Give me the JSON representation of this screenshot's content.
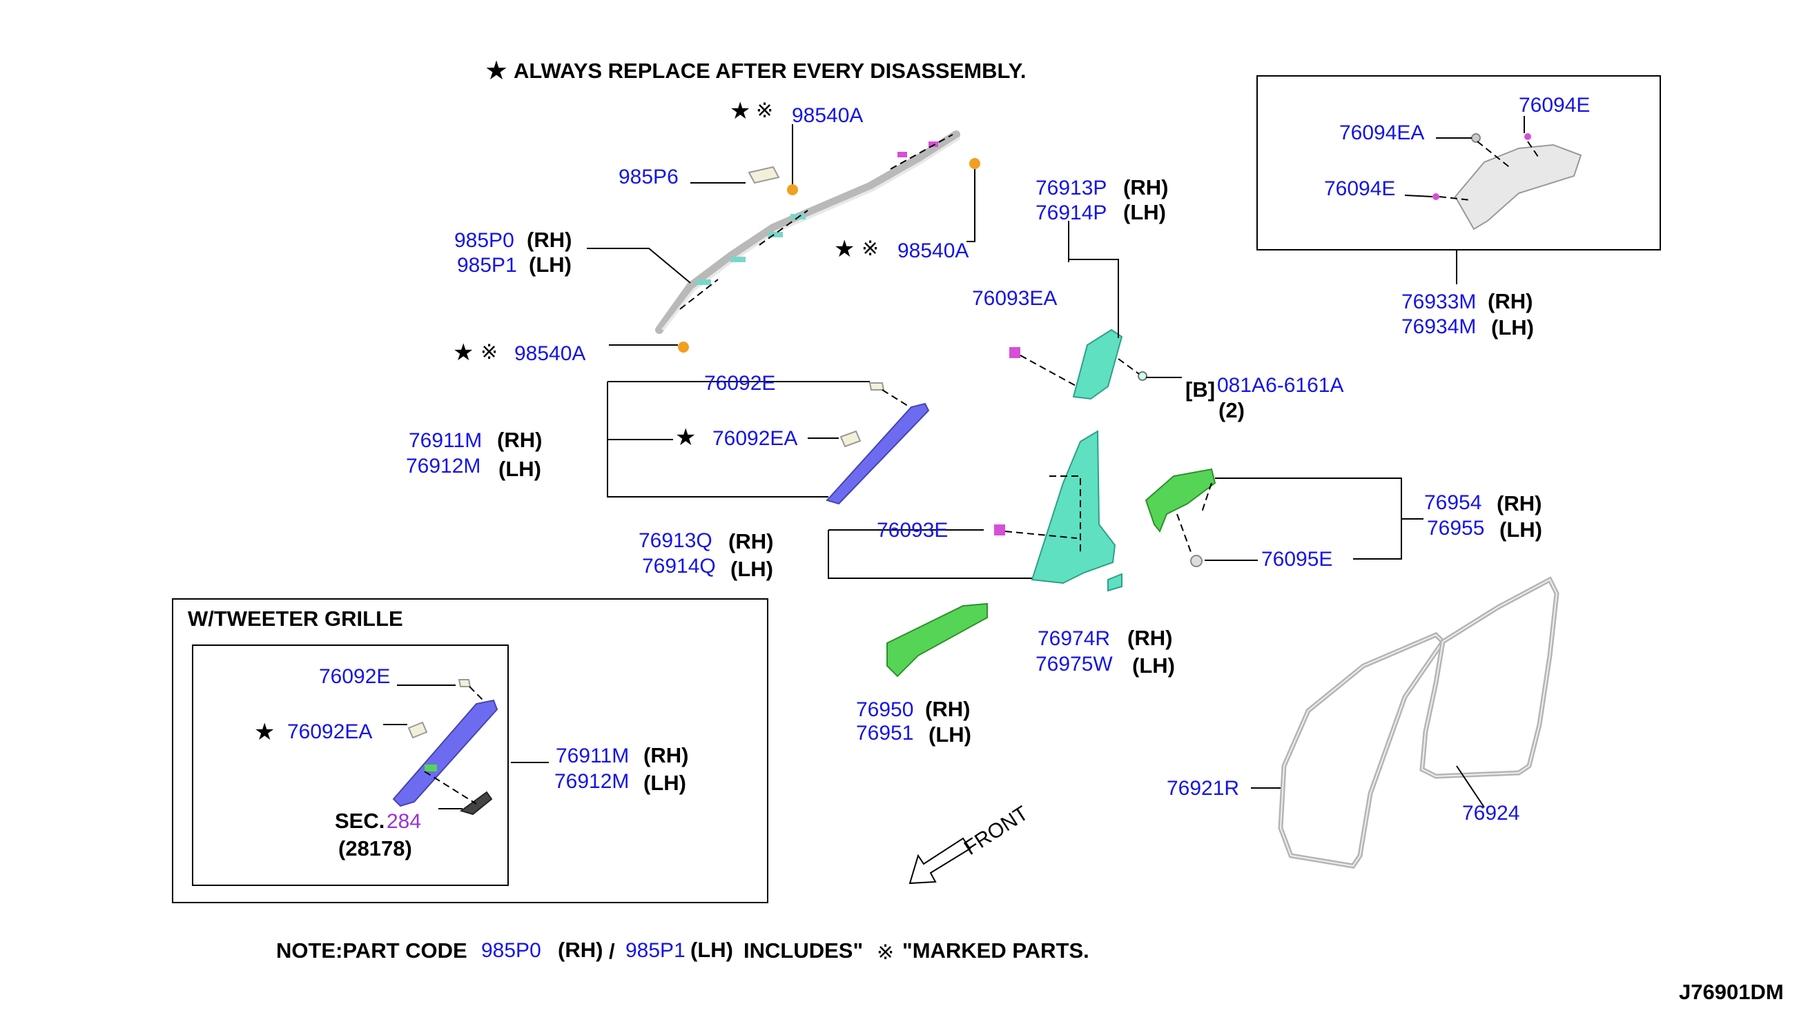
{
  "colors": {
    "part_number": "#1414e6",
    "text": "#000000",
    "section_ref": "#9b30d9",
    "pillar_trim_blue": "#6d6cf0",
    "pillar_green": "#5fe0c0",
    "garnish_green": "#55d455",
    "clip_orange": "#f0a020",
    "clip_magenta": "#d64fd8",
    "weatherstrip": "#cccccc"
  },
  "header": {
    "note_symbol": "★",
    "note_text": "ALWAYS REPLACE AFTER EVERY DISASSEMBLY."
  },
  "labels": {
    "p98540A_top": "98540A",
    "p98540A_mid": "98540A",
    "p98540A_low": "98540A",
    "p985P6": "985P6",
    "p985P0": "985P0",
    "p985P1": "985P1",
    "p76092E": "76092E",
    "p76092EA": "76092EA",
    "p76911M": "76911M",
    "p76912M": "76912M",
    "p76913P": "76913P",
    "p76914P": "76914P",
    "p76093EA": "76093EA",
    "p081A6": "081A6-6161A",
    "p76093E": "76093E",
    "p76913Q": "76913Q",
    "p76914Q": "76914Q",
    "p76954": "76954",
    "p76955": "76955",
    "p76095E": "76095E",
    "p76974R": "76974R",
    "p76975W": "76975W",
    "p76950": "76950",
    "p76951": "76951",
    "p76921R": "76921R",
    "p76924": "76924",
    "p76094EA": "76094EA",
    "p76094E_a": "76094E",
    "p76094E_b": "76094E",
    "p76933M": "76933M",
    "p76934M": "76934M",
    "inset_76092E": "76092E",
    "inset_76092EA": "76092EA",
    "inset_76911M": "76911M",
    "inset_76912M": "76912M"
  },
  "side": {
    "rh": "(RH)",
    "lh": "(LH)"
  },
  "symbols": {
    "star": "★",
    "ref_mark": "※",
    "bracket_b": "[B]",
    "qty_2": "(2)"
  },
  "inset": {
    "title": "W/TWEETER GRILLE",
    "sec_prefix": "SEC.",
    "sec_number": "284",
    "sec_sub": "(28178)"
  },
  "direction": {
    "front": "FRONT"
  },
  "note": {
    "prefix": "NOTE:PART CODE",
    "code_rh": "985P0",
    "rh": "(RH)",
    "slash": "/",
    "code_lh": "985P1",
    "lh": "(LH)",
    "includes": "INCLUDES\"",
    "mark": "※",
    "suffix": "\"MARKED PARTS."
  },
  "diagram_id": "J76901DM"
}
